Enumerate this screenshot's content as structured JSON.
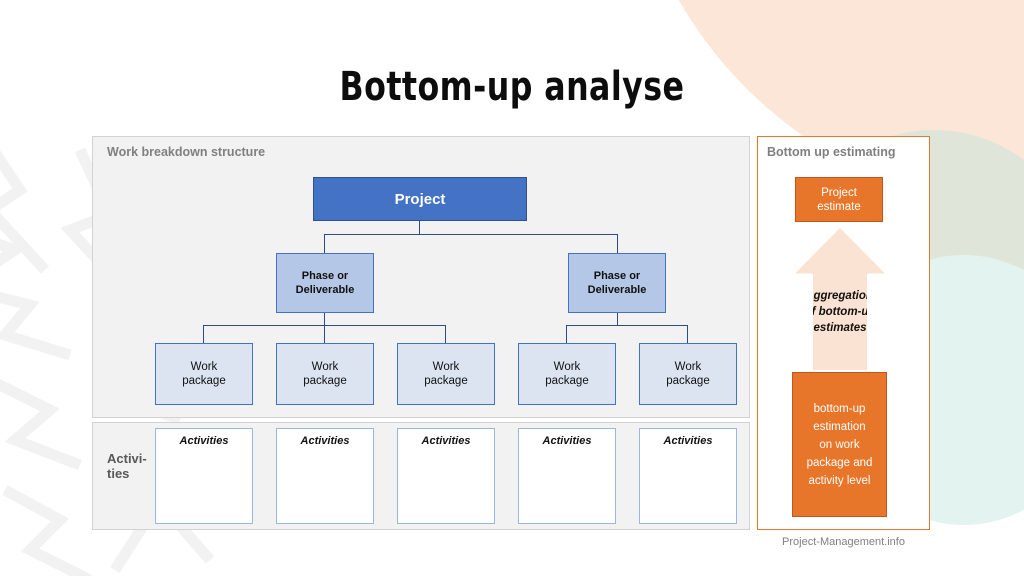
{
  "slide": {
    "title": "Bottom-up analyse",
    "credit": "Project-Management.info"
  },
  "wbs_panel": {
    "heading": "Work breakdown structure",
    "root": {
      "label": "Project"
    },
    "phases": [
      {
        "label": "Phase or\nDeliverable"
      },
      {
        "label": "Phase or\nDeliverable"
      }
    ],
    "work_packages": [
      {
        "label": "Work\npackage"
      },
      {
        "label": "Work\npackage"
      },
      {
        "label": "Work\npackage"
      },
      {
        "label": "Work\npackage"
      },
      {
        "label": "Work\npackage"
      }
    ]
  },
  "activities_panel": {
    "row_label": "Activi-\nties",
    "boxes": [
      {
        "label": "Activities"
      },
      {
        "label": "Activities"
      },
      {
        "label": "Activities"
      },
      {
        "label": "Activities"
      },
      {
        "label": "Activities"
      }
    ]
  },
  "estimating_panel": {
    "heading": "Bottom up estimating",
    "project_estimate": "Project\nestimate",
    "aggregation_arrow": "aggregation\nof bottom-up\nestimates",
    "bottom_up_box": "bottom-up\nestimation\non work\npackage and\nactivity level"
  },
  "colors": {
    "accent_blue": "#4472C4",
    "phase_blue": "#B4C7E7",
    "work_package_blue": "#DCE4F2",
    "connector_blue": "#2E4C82",
    "accent_orange": "#E8762A",
    "arrow_peach": "#FAE3D2",
    "panel_gray": "#F2F2F2",
    "heading_gray": "#808080",
    "decor_peach": "#FBE6D8",
    "decor_green": "#DFE6D9",
    "decor_cyan": "#E2F3F0"
  }
}
